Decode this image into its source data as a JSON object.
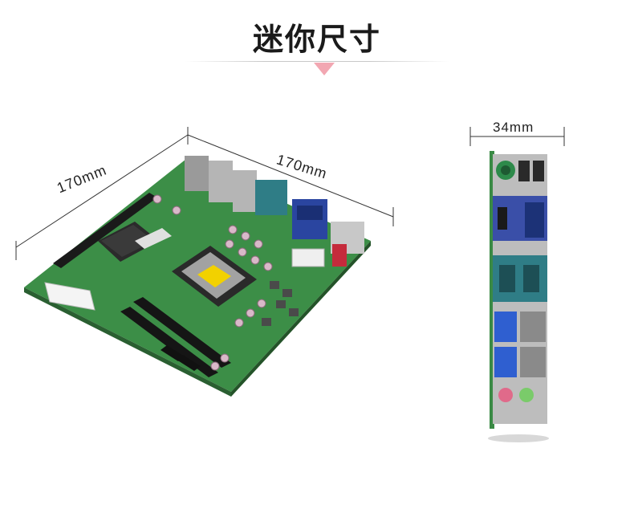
{
  "title": "迷你尺寸",
  "dimensions": {
    "board_length": "170mm",
    "board_width": "170mm",
    "io_depth": "34mm"
  },
  "colors": {
    "accent_arrow": "#f2a7b2",
    "pcb_green": "#3e9a4c",
    "io_shield": "#b8b8b8"
  }
}
